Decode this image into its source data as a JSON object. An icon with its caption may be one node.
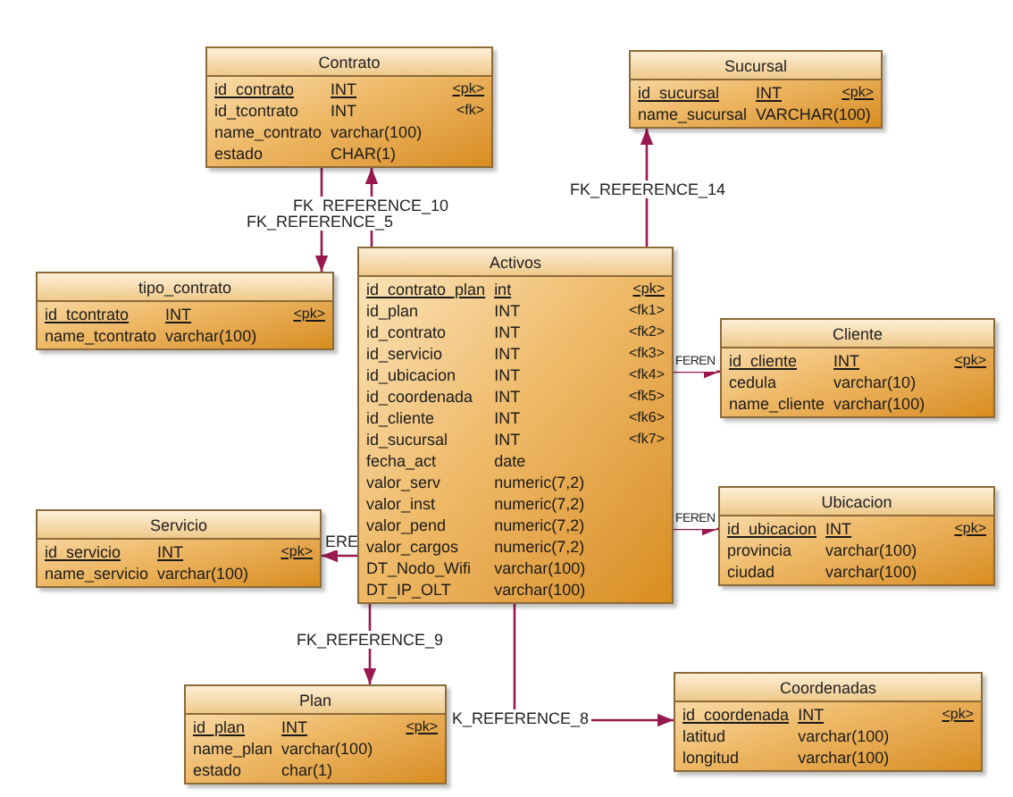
{
  "diagram": {
    "nodes": [
      {
        "text": [
          "Contrato",
          "id_contrato",
          "INT",
          "<pk>",
          "id_tcontrato",
          "INT",
          "<fk>",
          "name_contrato",
          "varchar(100)",
          "estado",
          "CHAR(1)"
        ]
      },
      {
        "text": [
          "Sucursal",
          "id_sucursal",
          "INT",
          "<pk>",
          "name_sucursal",
          "VARCHAR(100)"
        ]
      },
      {
        "text": [
          "tipo_contrato",
          "id_tcontrato",
          "INT",
          "<pk>",
          "name_tcontrato",
          "varchar(100)"
        ]
      },
      {
        "text": [
          "Activos",
          "id_contrato_plan",
          "int",
          "<pk>",
          "id_plan",
          "INT",
          "<fk1>",
          "id_contrato",
          "INT",
          "<fk2>",
          "id_servicio",
          "INT",
          "<fk3>",
          "id_ubicacion",
          "INT",
          "<fk4>",
          "id_coordenada",
          "INT",
          "<fk5>",
          "id_cliente",
          "INT",
          "<fk6>",
          "id_sucursal",
          "INT",
          "<fk7>",
          "fecha_act",
          "date",
          "valor_serv",
          "numeric(7,2)",
          "valor_inst",
          "numeric(7,2)",
          "valor_pend",
          "numeric(7,2)",
          "valor_cargos",
          "numeric(7,2)",
          "DT_Nodo_Wifi",
          "varchar(100)",
          "DT_IP_OLT",
          "varchar(100)"
        ]
      },
      {
        "text": [
          "Cliente",
          "id_cliente",
          "INT",
          "<pk>",
          "cedula",
          "varchar(10)",
          "name_cliente",
          "varchar(100)"
        ]
      },
      {
        "text": [
          "Servicio",
          "id_servicio",
          "INT",
          "<pk>",
          "name_servicio",
          "varchar(100)"
        ]
      },
      {
        "text": [
          "Ubicacion",
          "id_ubicacion",
          "INT",
          "<pk>",
          "provincia",
          "varchar(100)",
          "ciudad",
          "varchar(100)"
        ]
      },
      {
        "text": [
          "Plan",
          "id_plan",
          "INT",
          "<pk>",
          "name_plan",
          "varchar(100)",
          "estado",
          "char(1)"
        ]
      },
      {
        "text": [
          "Coordenadas",
          "id_coordenada",
          "INT",
          "<pk>",
          "latitud",
          "varchar(100)",
          "longitud",
          "varchar(100)"
        ]
      }
    ],
    "edges": [
      {
        "from": 3,
        "to": 0,
        "arrow": "to",
        "label": "FK_REFERENCE_10"
      },
      {
        "from": 0,
        "to": 2,
        "arrow": "to",
        "label": "FK_REFERENCE_5"
      },
      {
        "from": 3,
        "to": 1,
        "arrow": "to",
        "label": "FK_REFERENCE_14"
      },
      {
        "from": 3,
        "to": 4,
        "arrow": "to",
        "label": "FEREN"
      },
      {
        "from": 3,
        "to": 6,
        "arrow": "to",
        "label": "FEREN"
      },
      {
        "from": 3,
        "to": 5,
        "arrow": "to",
        "label": "ERE"
      },
      {
        "from": 3,
        "to": 7,
        "arrow": "to",
        "label": "FK_REFERENCE_9"
      },
      {
        "from": 3,
        "to": 8,
        "arrow": "to",
        "label": "K_REFERENCE_8"
      }
    ]
  }
}
